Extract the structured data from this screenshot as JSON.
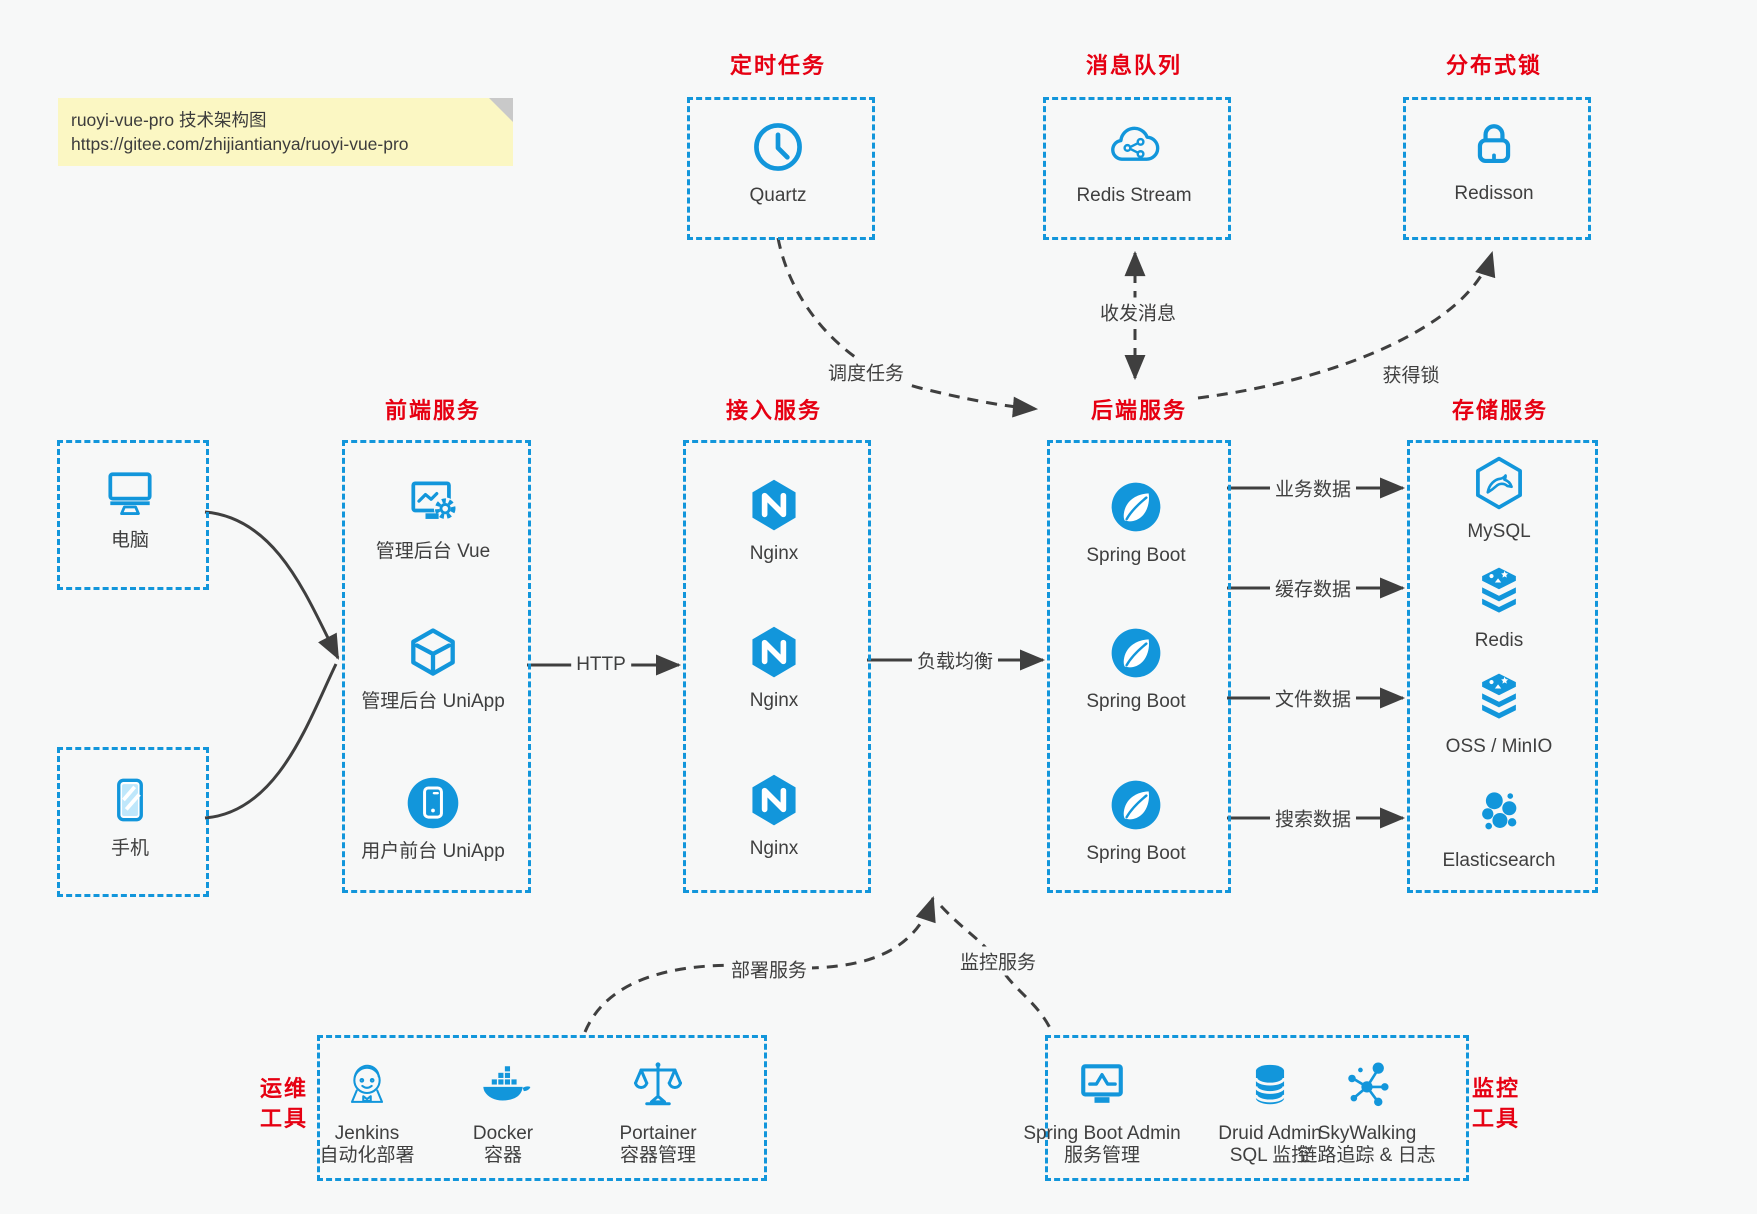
{
  "colors": {
    "accent_blue": "#1296db",
    "title_red": "#e60012",
    "arrow_gray": "#3f3f3f",
    "note_yellow": "#fbf7c3",
    "canvas_bg": "#f7f8f8"
  },
  "note": {
    "title": "ruoyi-vue-pro 技术架构图",
    "url": "https://gitee.com/zhijiantianya/ruoyi-vue-pro"
  },
  "top_groups": [
    {
      "title": "定时任务",
      "icon": "clock-icon",
      "label": "Quartz"
    },
    {
      "title": "消息队列",
      "icon": "cloud-stream-icon",
      "label": "Redis Stream"
    },
    {
      "title": "分布式锁",
      "icon": "lock-icon",
      "label": "Redisson"
    }
  ],
  "clients": [
    {
      "icon": "desktop-icon",
      "label": "电脑"
    },
    {
      "icon": "smartphone-icon",
      "label": "手机"
    }
  ],
  "columns": [
    {
      "title": "前端服务",
      "items": [
        {
          "icon": "admin-vue-icon",
          "label": "管理后台 Vue"
        },
        {
          "icon": "uniapp-cube-icon",
          "label": "管理后台 UniApp"
        },
        {
          "icon": "user-app-icon",
          "label": "用户前台 UniApp"
        }
      ]
    },
    {
      "title": "接入服务",
      "items": [
        {
          "icon": "nginx-icon",
          "label": "Nginx"
        },
        {
          "icon": "nginx-icon",
          "label": "Nginx"
        },
        {
          "icon": "nginx-icon",
          "label": "Nginx"
        }
      ]
    },
    {
      "title": "后端服务",
      "items": [
        {
          "icon": "spring-boot-icon",
          "label": "Spring Boot"
        },
        {
          "icon": "spring-boot-icon",
          "label": "Spring Boot"
        },
        {
          "icon": "spring-boot-icon",
          "label": "Spring Boot"
        }
      ]
    },
    {
      "title": "存储服务",
      "items": [
        {
          "icon": "mysql-icon",
          "label": "MySQL"
        },
        {
          "icon": "redis-icon",
          "label": "Redis"
        },
        {
          "icon": "oss-icon",
          "label": "OSS / MinIO"
        },
        {
          "icon": "elasticsearch-icon",
          "label": "Elasticsearch"
        }
      ]
    }
  ],
  "edges": {
    "http": "HTTP",
    "load_balance": "负载均衡",
    "dispatch_task": "调度任务",
    "send_receive": "收发消息",
    "acquire_lock": "获得锁",
    "business_data": "业务数据",
    "cache_data": "缓存数据",
    "file_data": "文件数据",
    "search_data": "搜索数据",
    "deploy_service": "部署服务",
    "monitor_service": "监控服务"
  },
  "bottom_groups": [
    {
      "side": [
        "运维",
        "工具"
      ],
      "items": [
        {
          "icon": "jenkins-icon",
          "name": "Jenkins",
          "desc": "自动化部署"
        },
        {
          "icon": "docker-icon",
          "name": "Docker",
          "desc": "容器"
        },
        {
          "icon": "portainer-icon",
          "name": "Portainer",
          "desc": "容器管理"
        }
      ]
    },
    {
      "side": [
        "监控",
        "工具"
      ],
      "items": [
        {
          "icon": "spring-boot-admin-icon",
          "name": "Spring Boot Admin",
          "desc": "服务管理"
        },
        {
          "icon": "druid-icon",
          "name": "Druid Admin",
          "desc": "SQL 监控"
        },
        {
          "icon": "skywalking-icon",
          "name": "SkyWalking",
          "desc": "链路追踪 & 日志"
        }
      ]
    }
  ]
}
